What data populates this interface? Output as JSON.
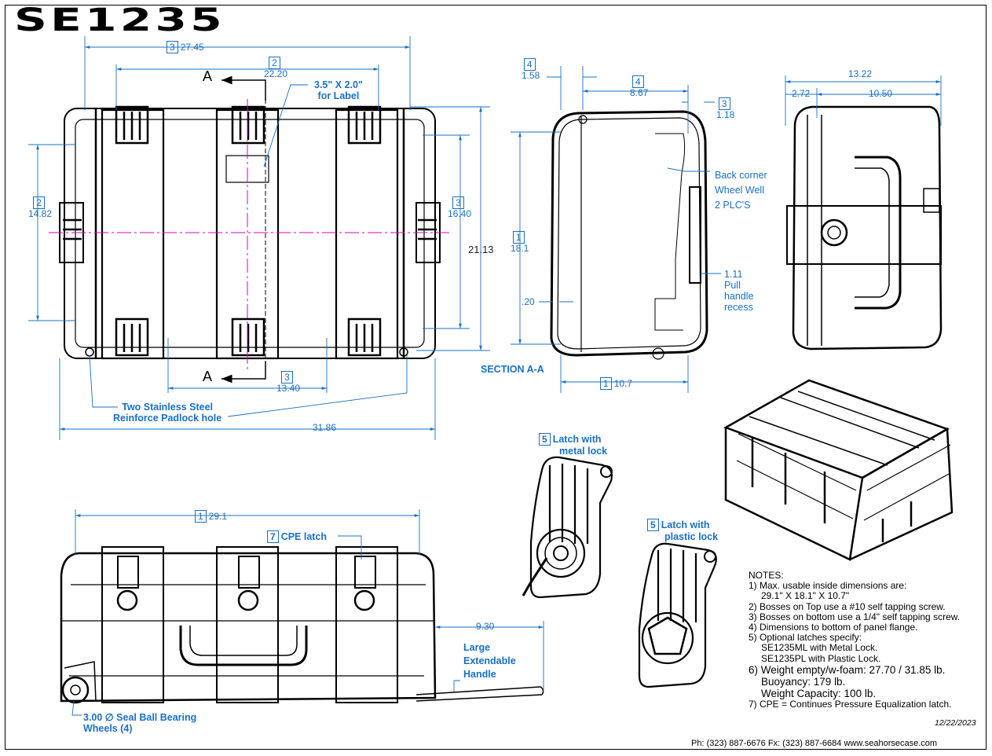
{
  "title": "SE1235",
  "top_view": {
    "length_box": "3",
    "length": "27.45",
    "inner_length_box": "2",
    "inner_length": "22.20",
    "section_mark": "A",
    "label_area": "3.5\" X 2.0\"",
    "label_area_2": "for Label",
    "width_left_box": "2",
    "width_left": "14.82",
    "width_right_box": "3",
    "width_right": "16.40",
    "overall_width": "21.13",
    "boss_span_box": "3",
    "boss_span": "13.40",
    "padlock_note_1": "Two Stainless Steel",
    "padlock_note_2": "Reinforce Padlock hole",
    "overall_length": "31.86"
  },
  "section_view": {
    "flange_box": "4",
    "flange": "1.58",
    "lid_depth_box": "4",
    "lid_depth": "8.67",
    "lid_right_box": "3",
    "lid_right": "1.18",
    "wheel_well_1": "Back corner",
    "wheel_well_2": "Wheel Well",
    "wheel_well_3": "2 PLC'S",
    "height_box": "1",
    "height": "18.1",
    "wall": ".20",
    "recess_value": "1.11",
    "recess_1": "Pull",
    "recess_2": "handle",
    "recess_3": "recess",
    "depth_box": "1",
    "depth": "10.7",
    "section_title": "SECTION A-A"
  },
  "end_view": {
    "overall": "13.22",
    "left": "2.72",
    "right": "10.50"
  },
  "front_view": {
    "inside_box": "1",
    "inside": "29.1",
    "cpe_box": "7",
    "cpe_label": "CPE latch",
    "handle_ext": "9.30",
    "handle_1": "Large",
    "handle_2": "Extendable",
    "handle_3": "Handle",
    "wheels_1": "3.00 ∅ Seal Ball Bearing",
    "wheels_2": "Wheels (4)"
  },
  "latch_metal": {
    "box": "5",
    "line1": "Latch with",
    "line2": "metal lock"
  },
  "latch_plastic": {
    "box": "5",
    "line1": "Latch with",
    "line2": "plastic lock"
  },
  "notes": {
    "heading": "NOTES:",
    "n1": "1) Max. usable inside dimensions are:",
    "n1b": "29.1\" X 18.1\" X 10.7\"",
    "n2": "2) Bosses on Top use a #10 self tapping screw.",
    "n3": "3) Bosses on bottom use a 1/4\" self tapping screw.",
    "n4": "4) Dimensions to bottom of panel flange.",
    "n5": "5) Optional latches specify:",
    "n5a": "SE1235ML with Metal Lock.",
    "n5b": "SE1235PL with Plastic Lock.",
    "n6": "6) Weight empty/w-foam: 27.70 / 31.85 lb.",
    "n6a": "Buoyancy: 179 lb.",
    "n6b": "Weight Capacity: 100 lb.",
    "n7": "7) CPE = Continues Pressure Equalization latch."
  },
  "date": "12/22/2023",
  "footer": "Ph: (323) 887-6676  Fx: (323) 887-6684  www.seahorsecase.com"
}
